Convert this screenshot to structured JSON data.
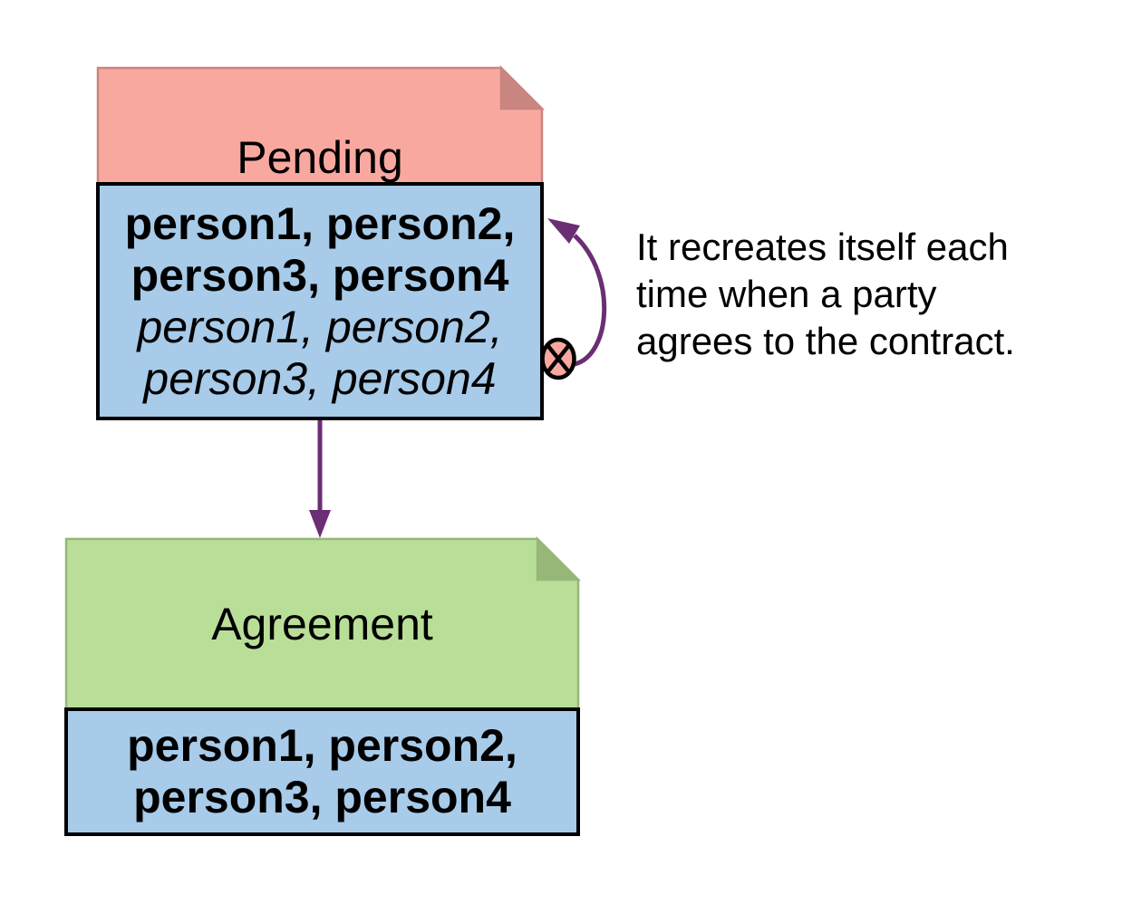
{
  "pending_note": {
    "title": "Pending",
    "signed_parties": [
      "person1, person2,",
      "person3, person4"
    ],
    "pending_parties": [
      "person1, person2,",
      "person3, person4"
    ]
  },
  "agreement_note": {
    "title": "Agreement",
    "signed_parties": [
      "person1, person2,",
      "person3, person4"
    ]
  },
  "annotation": {
    "lines": [
      "It recreates itself each",
      "time when a party",
      "agrees to the contract."
    ]
  },
  "colors": {
    "pending_header": "#F9A8A0",
    "pending_fold": "#C9857F",
    "agreement_header": "#B9DE98",
    "agreement_fold": "#96B778",
    "contract_body": "#A7CBE9",
    "arrow": "#6B2E74",
    "archive_icon_fill": "#F9A8A0",
    "outline": "#000000"
  }
}
